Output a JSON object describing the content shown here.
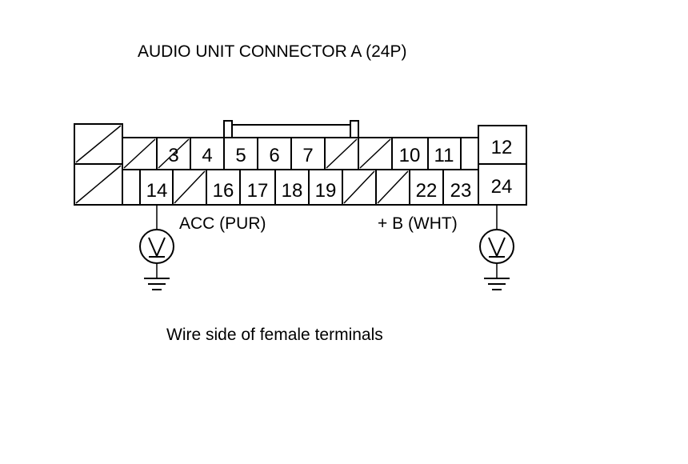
{
  "title": "AUDIO UNIT CONNECTOR A (24P)",
  "caption": "Wire side of female terminals",
  "terminals": {
    "t3": "3",
    "t4": "4",
    "t5": "5",
    "t6": "6",
    "t7": "7",
    "t10": "10",
    "t11": "11",
    "t12": "12",
    "t14": "14",
    "t16": "16",
    "t17": "17",
    "t18": "18",
    "t19": "19",
    "t22": "22",
    "t23": "23",
    "t24": "24"
  },
  "probes": {
    "acc": {
      "label": "ACC (PUR)",
      "terminal": "14",
      "meter": "voltmeter-icon"
    },
    "batt": {
      "label": "+ B (WHT)",
      "terminal": "24",
      "meter": "voltmeter-icon"
    }
  },
  "line_color": "#000000"
}
